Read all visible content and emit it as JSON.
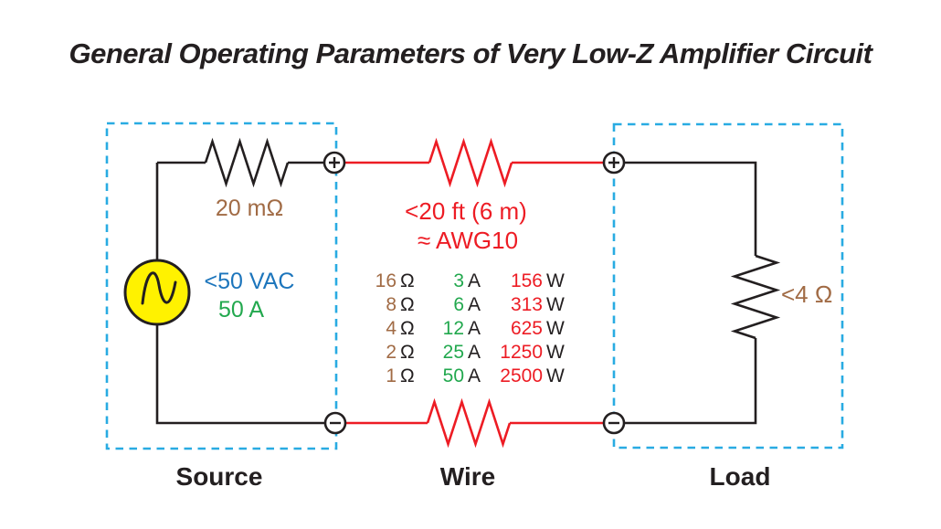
{
  "title": "General Operating Parameters of Very Low-Z Amplifier Circuit",
  "source": {
    "label": "Source",
    "resistance": "20 mΩ",
    "voltage": "<50 VAC",
    "current": "50 A"
  },
  "wire": {
    "label": "Wire",
    "length": "<20 ft (6 m)",
    "gauge": "≈ AWG10",
    "table": {
      "units": {
        "resistance": "Ω",
        "current": "A",
        "power": "W"
      },
      "rows": [
        {
          "ohms": "16",
          "amps": "3",
          "watts": "156"
        },
        {
          "ohms": "8",
          "amps": "6",
          "watts": "313"
        },
        {
          "ohms": "4",
          "amps": "12",
          "watts": "625"
        },
        {
          "ohms": "2",
          "amps": "25",
          "watts": "1250"
        },
        {
          "ohms": "1",
          "amps": "50",
          "watts": "2500"
        }
      ]
    }
  },
  "load": {
    "label": "Load",
    "impedance": "<4 Ω"
  },
  "colors": {
    "wire_red": "#ED1C24",
    "boundary_cyan": "#29ABE2",
    "resistance_brown": "#A16B45",
    "voltage_blue": "#1C75BC",
    "current_green": "#22A84E",
    "ink_black": "#231F20",
    "source_yellow": "#FFF200"
  }
}
